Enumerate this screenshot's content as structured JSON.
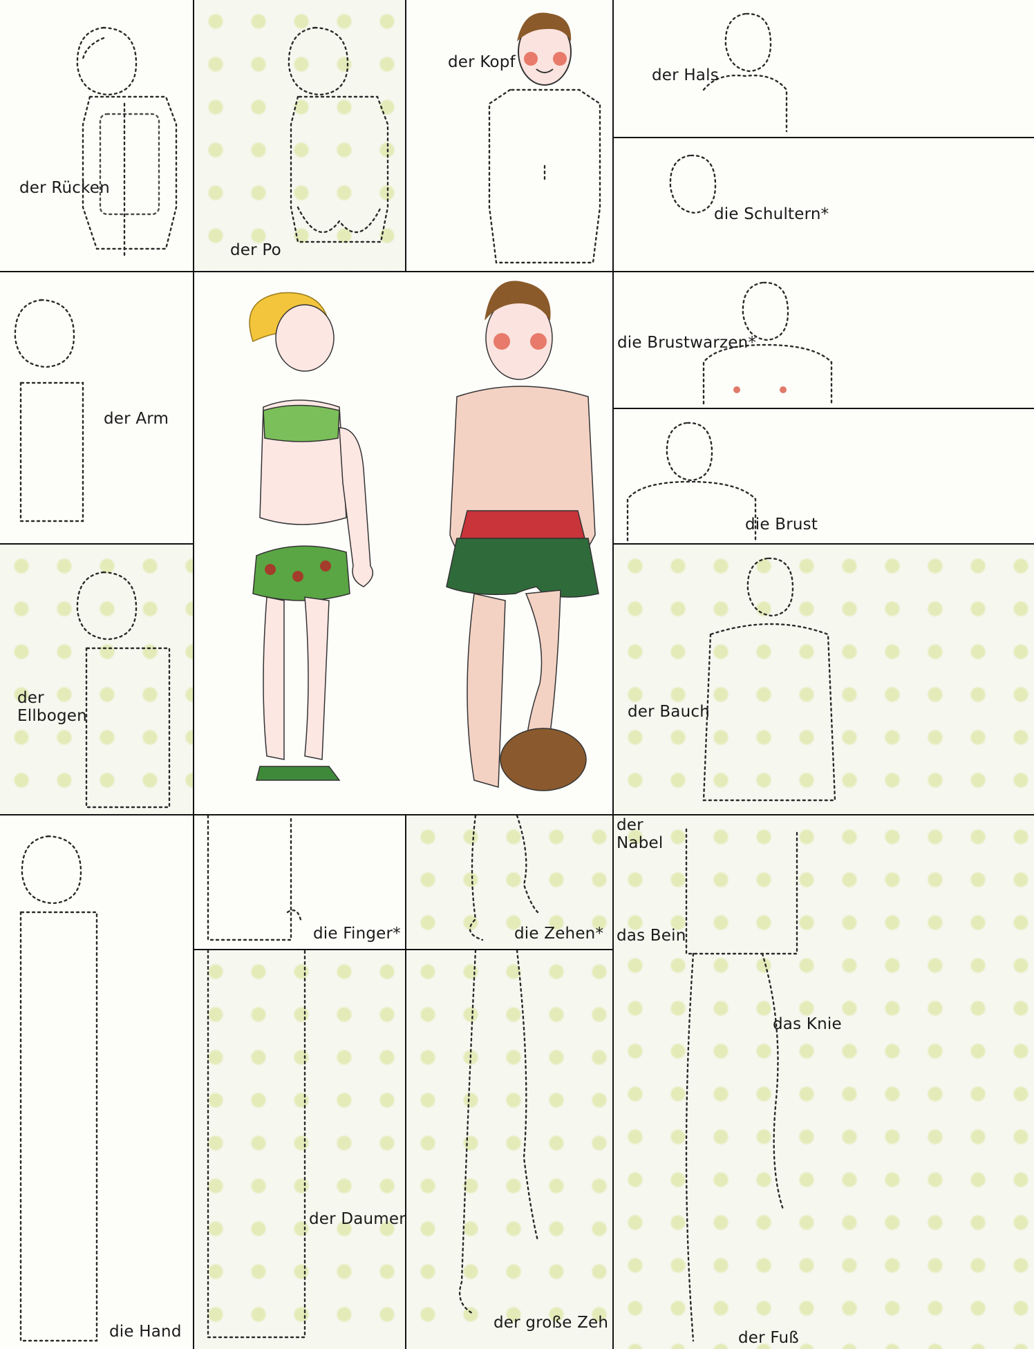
{
  "labels": {
    "ruecken": "der Rücken",
    "po": "der Po",
    "kopf": "der Kopf",
    "hals": "der Hals",
    "schultern": "die Schultern*",
    "arm": "der Arm",
    "brustwarzen": "die Brustwarzen*",
    "brust": "die Brust",
    "ellbogen_1": "der",
    "ellbogen_2": "Ellbogen",
    "bauch": "der Bauch",
    "hand": "die Hand",
    "finger": "die Finger*",
    "daumen": "der Daumen",
    "zehen": "die Zehen*",
    "grosse_zeh": "der große Zeh",
    "nabel_1": "der",
    "nabel_2": "Nabel",
    "bein": "das Bein",
    "knie": "das Knie",
    "fuss": "der Fuß"
  },
  "colors": {
    "highlight": "#eeaab0",
    "dots": "#d6e28c",
    "swimsuit_green": "#3f8a3a",
    "shorts_red": "#c8343a",
    "hair_blond": "#f2c53c",
    "hair_brown": "#8a5a2a",
    "ball_brown": "#8a5a2e"
  },
  "icons": {
    "girl": "girl-back-figure",
    "boy": "boy-front-figure"
  }
}
